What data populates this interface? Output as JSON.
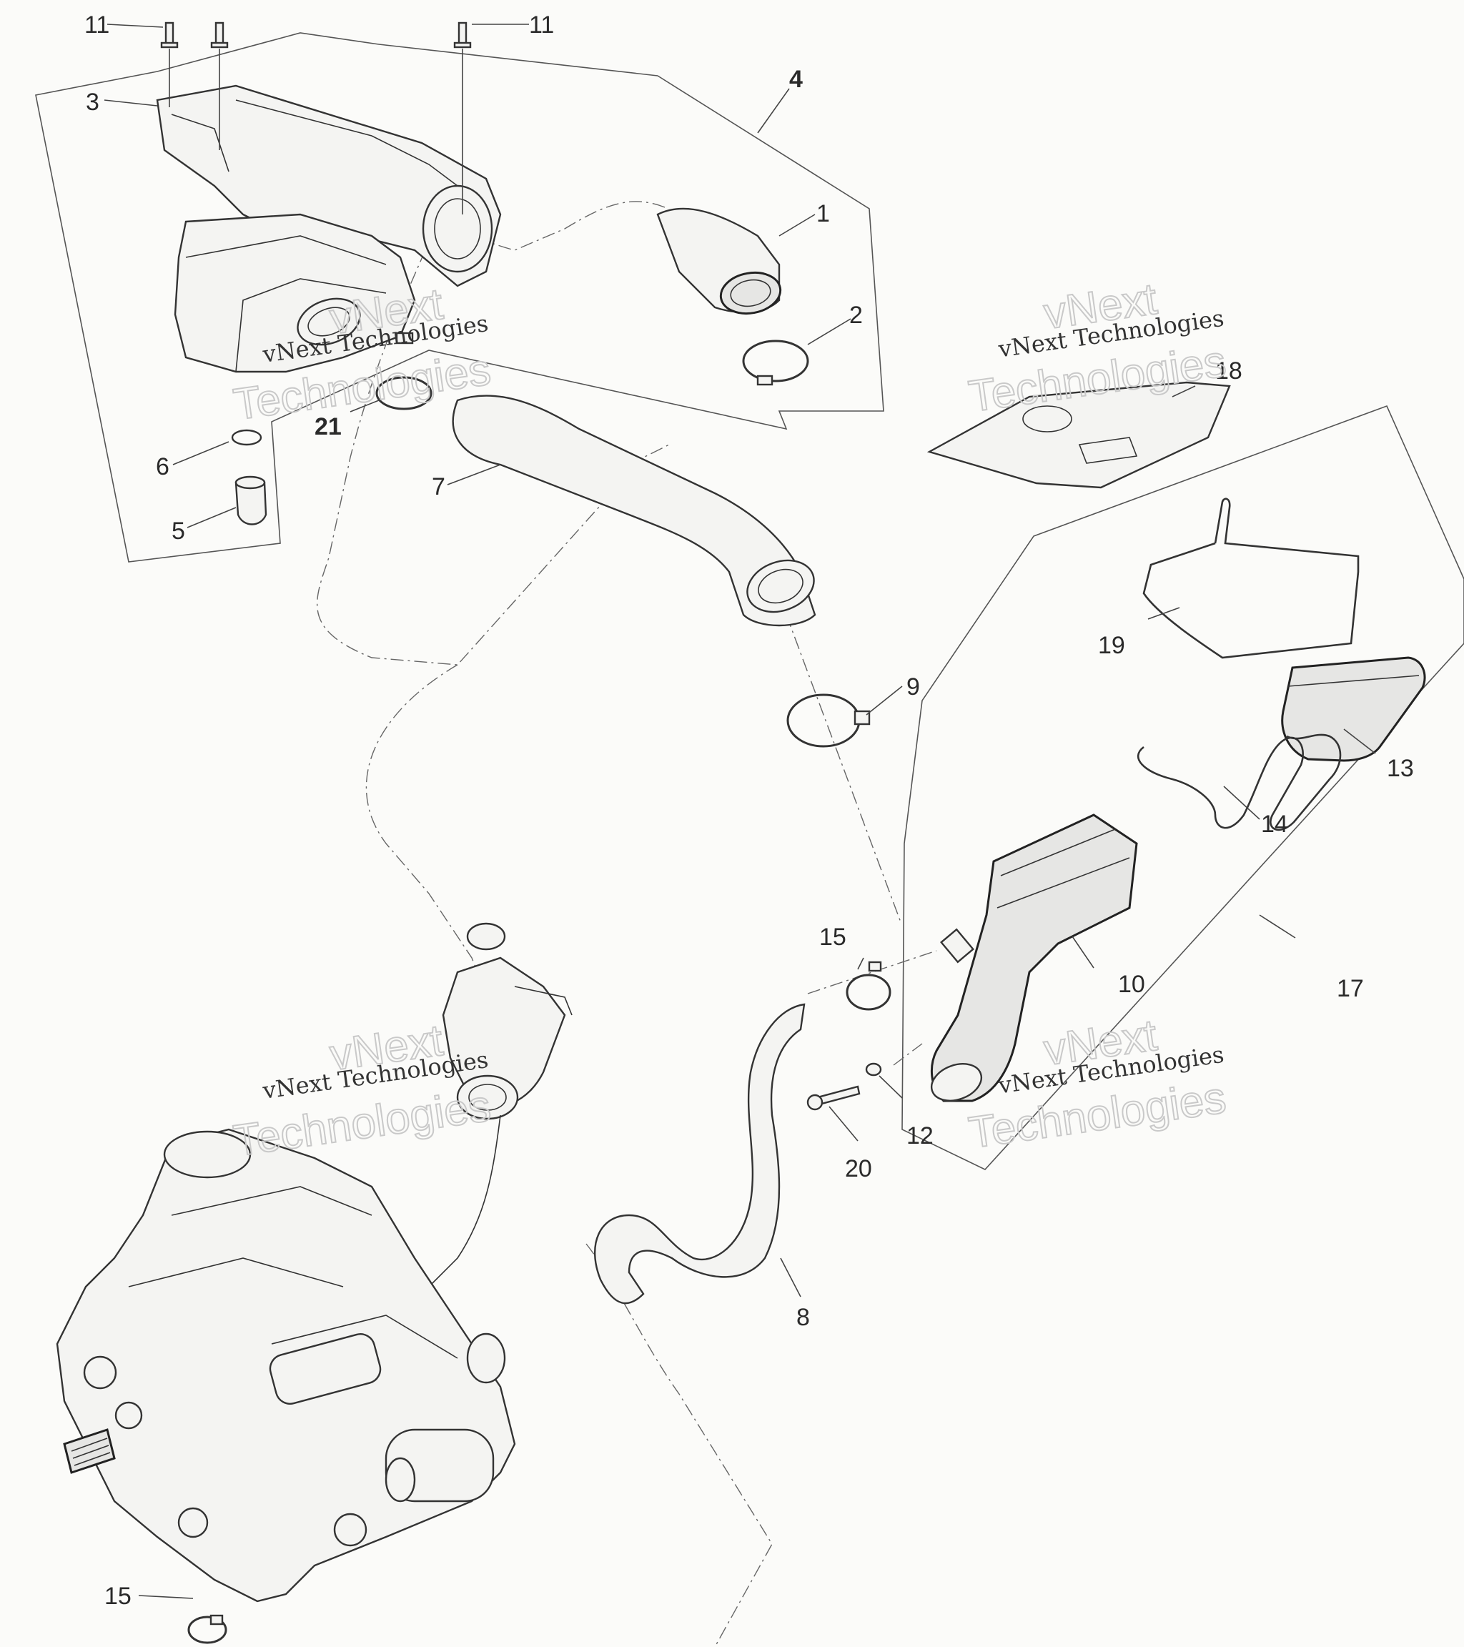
{
  "callouts": {
    "c1": "1",
    "c2": "2",
    "c3": "3",
    "c4": "4",
    "c5": "5",
    "c6": "6",
    "c7": "7",
    "c8": "8",
    "c9": "9",
    "c10": "10",
    "c11a": "11",
    "c11b": "11",
    "c12": "12",
    "c13": "13",
    "c14": "14",
    "c15a": "15",
    "c15b": "15",
    "c17": "17",
    "c18": "18",
    "c19": "19",
    "c20": "20",
    "c21": "21"
  },
  "watermarks": {
    "w1_small": "vNext Technologies",
    "w1_big_top": "vNext",
    "w1_big_bottom": "Technologies",
    "w2_small": "vNext Technologies",
    "w2_big_top": "vNext",
    "w2_big_bottom": "Technologies",
    "w3_small": "vNext Technologies",
    "w3_big_top": "vNext",
    "w3_big_bottom": "Technologies",
    "w4_small": "vNext Technologies",
    "w4_big_top": "vNext",
    "w4_big_bottom": "Technologies"
  }
}
